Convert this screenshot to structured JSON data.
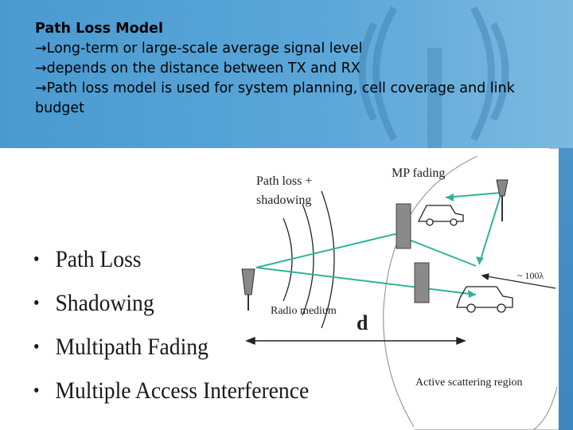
{
  "header": {
    "title": "Path Loss Model",
    "lines": [
      "Long-term or large-scale average signal level",
      "depends on the distance between TX and RX",
      "Path loss model is used for system planning, cell coverage and link budget"
    ],
    "arrow_glyph": "→",
    "band_color": "#5aa6d8"
  },
  "bullets": [
    {
      "label": "Path Loss"
    },
    {
      "label": "Shadowing"
    },
    {
      "label": "Multipath Fading"
    },
    {
      "label": "Multiple Access Interference"
    }
  ],
  "diagram": {
    "path_loss_label_1": "Path loss +",
    "path_loss_label_2": "shadowing",
    "mp_fading_label": "MP fading",
    "radio_medium_label": "Radio medium",
    "distance_label": "d",
    "wavelength_label": "~ 100λ",
    "scattering_label": "Active scattering region",
    "ray_color": "#2fb39a"
  }
}
